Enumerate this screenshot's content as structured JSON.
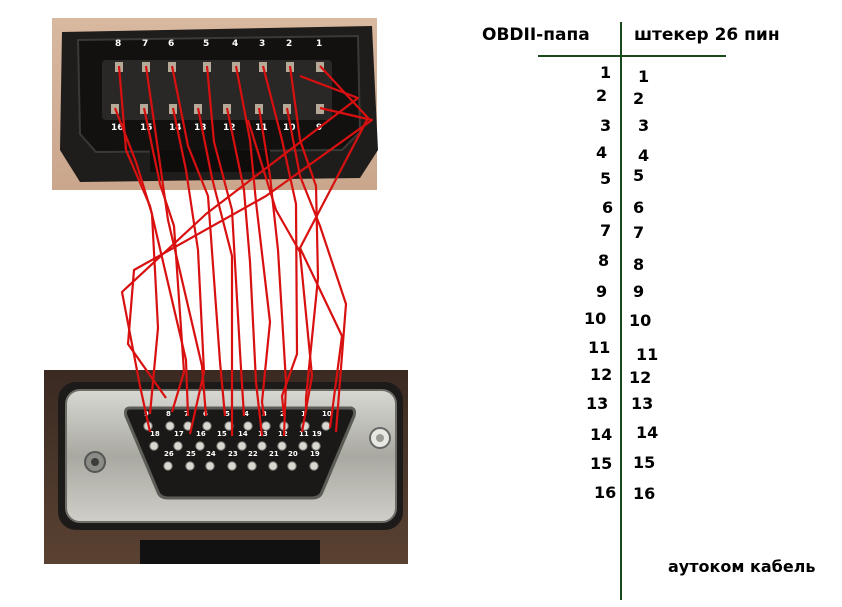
{
  "header_left": "OBDII-папа",
  "header_right": "штекер 26 пин",
  "footer": "аутоком кабель",
  "colors": {
    "wire": "#d81010",
    "divider": "#1a4a1a",
    "obd_body": "#2a2826",
    "db_shell": "#b9b9b2"
  },
  "obd_pins_top": [
    "8",
    "7",
    "6",
    "5",
    "4",
    "3",
    "2",
    "1"
  ],
  "obd_pins_bottom": [
    "16",
    "15",
    "14",
    "13",
    "12",
    "11",
    "10",
    "9"
  ],
  "db_row1": [
    "9",
    "8",
    "7",
    "6",
    "5",
    "4",
    "3",
    "2",
    "1",
    "10"
  ],
  "db_row2": [
    "18",
    "17",
    "16",
    "15",
    "14",
    "13",
    "12",
    "11",
    "19"
  ],
  "db_row3": [
    "26",
    "25",
    "24",
    "23",
    "22",
    "21",
    "20",
    "19"
  ],
  "left_numbers": [
    "1",
    "2",
    "3",
    "4",
    "5",
    "6",
    "7",
    "8",
    "9",
    "10",
    "11",
    "12",
    "13",
    "14",
    "15",
    "16"
  ],
  "right_numbers": [
    "1",
    "2",
    "3",
    "4",
    "5",
    "6",
    "7",
    "8",
    "9",
    "10",
    "11",
    "12",
    "13",
    "14",
    "15",
    "16"
  ]
}
